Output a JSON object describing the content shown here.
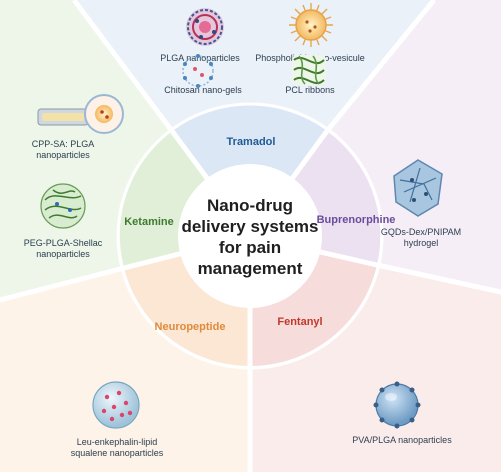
{
  "center": {
    "title_lines": [
      "Nano-drug",
      "delivery systems",
      "for pain",
      "management"
    ]
  },
  "drugs": {
    "tramadol": "Tramadol",
    "buprenorphine": "Buprenorphine",
    "fentanyl": "Fentanyl",
    "neuropeptide": "Neuropeptide",
    "ketamine": "Ketamine"
  },
  "nanocarriers": {
    "tramadol": [
      "PLGA nanoparticles",
      "Phospholipid nano-vesicule",
      "Chitosan nano-gels",
      "PCL ribbons"
    ],
    "buprenorphine": [
      "GQDs-Dex/PNIPAM",
      "hydrogel"
    ],
    "fentanyl": [
      "PVA/PLGA nanoparticles"
    ],
    "neuropeptide": [
      "Leu-enkephalin-lipid",
      "squalene nanoparticles"
    ],
    "ketamine": [
      "CPP-SA: PLGA",
      "nanoparticles",
      "PEG-PLGA-Shellac",
      "nanoparticles"
    ]
  },
  "colors": {
    "tramadol": "#1f5a96",
    "buprenorphine": "#6a4c9c",
    "fentanyl": "#c0392b",
    "neuropeptide": "#e08a3c",
    "ketamine": "#3f7a2f",
    "text": "#2c3e50"
  },
  "icons": [
    "plga-nanoparticle-icon",
    "phospholipid-vesicle-icon",
    "chitosan-nanogel-icon",
    "pcl-ribbon-icon",
    "hydrogel-icon",
    "pva-plga-nanoparticle-icon",
    "lipid-squalene-nanoparticle-icon",
    "cpp-sa-plga-nanoparticle-icon",
    "peg-plga-shellac-nanoparticle-icon"
  ]
}
